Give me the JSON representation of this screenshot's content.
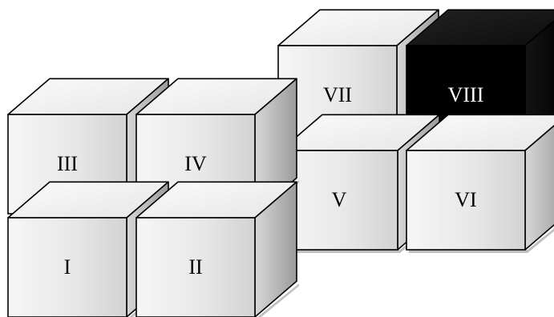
{
  "diagram": {
    "cubes": [
      {
        "id": "I",
        "label": "I",
        "fill": "light"
      },
      {
        "id": "II",
        "label": "II",
        "fill": "light"
      },
      {
        "id": "III",
        "label": "III",
        "fill": "light"
      },
      {
        "id": "IV",
        "label": "IV",
        "fill": "light"
      },
      {
        "id": "V",
        "label": "V",
        "fill": "light"
      },
      {
        "id": "VI",
        "label": "VI",
        "fill": "light"
      },
      {
        "id": "VII",
        "label": "VII",
        "fill": "light"
      },
      {
        "id": "VIII",
        "label": "VIII",
        "fill": "dark"
      }
    ],
    "colors": {
      "light_front": "#ededed",
      "light_top": "#f7f7f7",
      "light_side": "#bdbdbd",
      "dark_front": "#000000",
      "dark_top": "#1a1a1a",
      "dark_side": "#0a0a0a",
      "stroke": "#000000",
      "shadow": "#8a8a8a",
      "label_on_light": "#000000",
      "label_on_dark": "#ffffff"
    }
  }
}
